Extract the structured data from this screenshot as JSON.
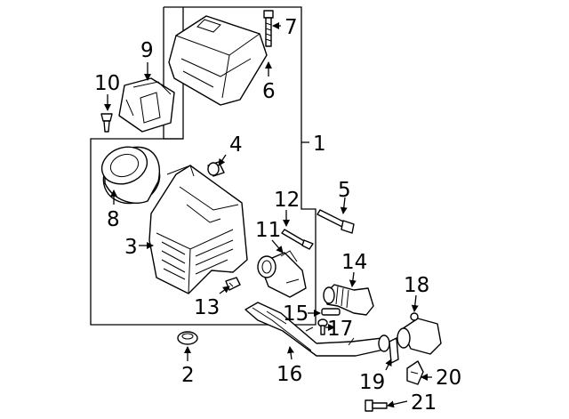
{
  "callouts": [
    "1",
    "2",
    "3",
    "4",
    "5",
    "6",
    "7",
    "8",
    "9",
    "10",
    "11",
    "12",
    "13",
    "14",
    "15",
    "16",
    "17",
    "18",
    "19",
    "20",
    "21"
  ],
  "colors": {
    "line": "#000000",
    "background": "#ffffff"
  }
}
